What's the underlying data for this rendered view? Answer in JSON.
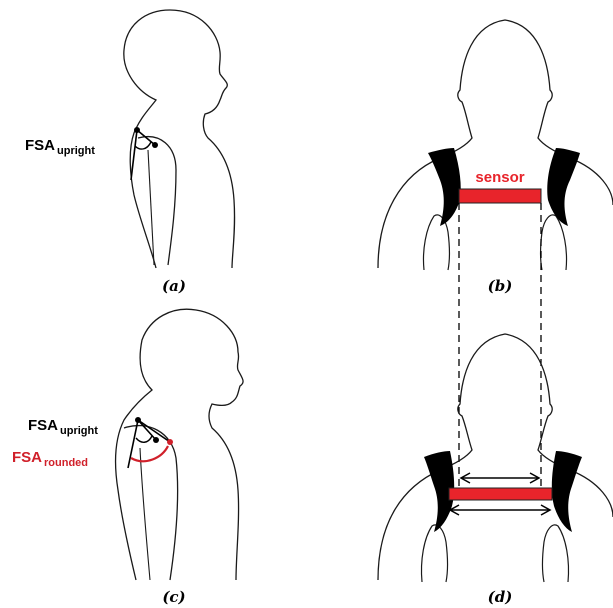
{
  "panels": {
    "a": {
      "caption": "(a)",
      "fsa": {
        "base": "FSA",
        "sub": "upright"
      }
    },
    "b": {
      "caption": "(b)",
      "sensor_label": "sensor"
    },
    "c": {
      "caption": "(c)",
      "fsa_upright": {
        "base": "FSA",
        "sub": "upright"
      },
      "fsa_rounded": {
        "base": "FSA",
        "sub": "rounded"
      }
    },
    "d": {
      "caption": "(d)"
    }
  },
  "colors": {
    "sensor": "#e8242b",
    "rounded": "#d0202a",
    "outline": "#1a1a1a",
    "strap": "#000000"
  }
}
